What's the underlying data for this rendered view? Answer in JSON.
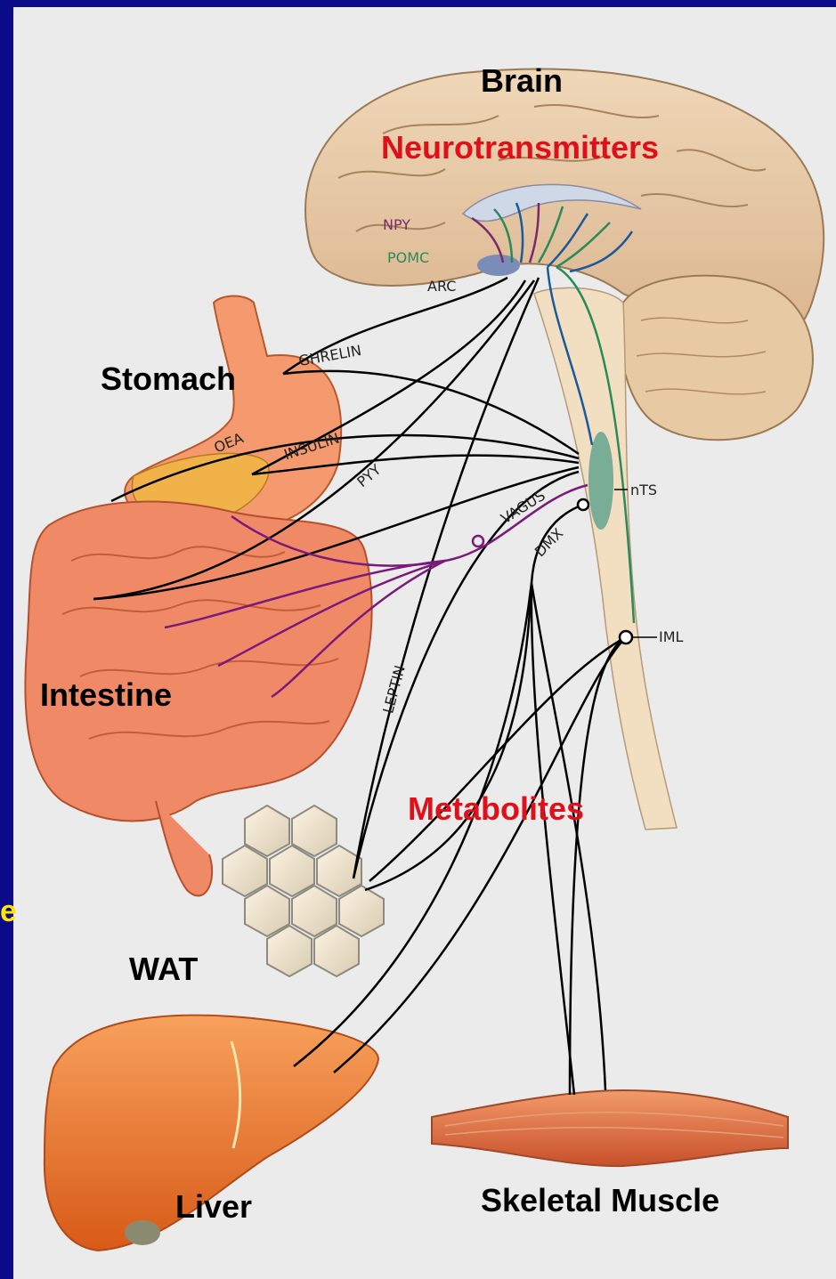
{
  "labels": {
    "brain": "Brain",
    "neurotransmitters": "Neurotransmitters",
    "stomach": "Stomach",
    "intestine": "Intestine",
    "metabolites": "Metabolites",
    "wat": "WAT",
    "liver": "Liver",
    "skeletal_muscle": "Skeletal Muscle",
    "edge_fragment": "e"
  },
  "small_labels": {
    "npy": "NPY",
    "pomc": "POMC",
    "arc": "ARC",
    "ghrelin": "GHRELIN",
    "oea": "OEA",
    "insulin": "INSULIN",
    "pyy": "PYY",
    "vagus": "VAGUS",
    "ntsl": "nTS",
    "dmx": "DMX",
    "iml": "IML",
    "leptin": "LEPTIN"
  },
  "colors": {
    "frame": "#0b0b8a",
    "background": "#ebebeb",
    "accent_red": "#e0101a",
    "npy_purple": "#7a2a6a",
    "pomc_green": "#2a8a5a",
    "vagus_purple": "#7a1a7a",
    "organ_orange": "#f07a3a"
  }
}
